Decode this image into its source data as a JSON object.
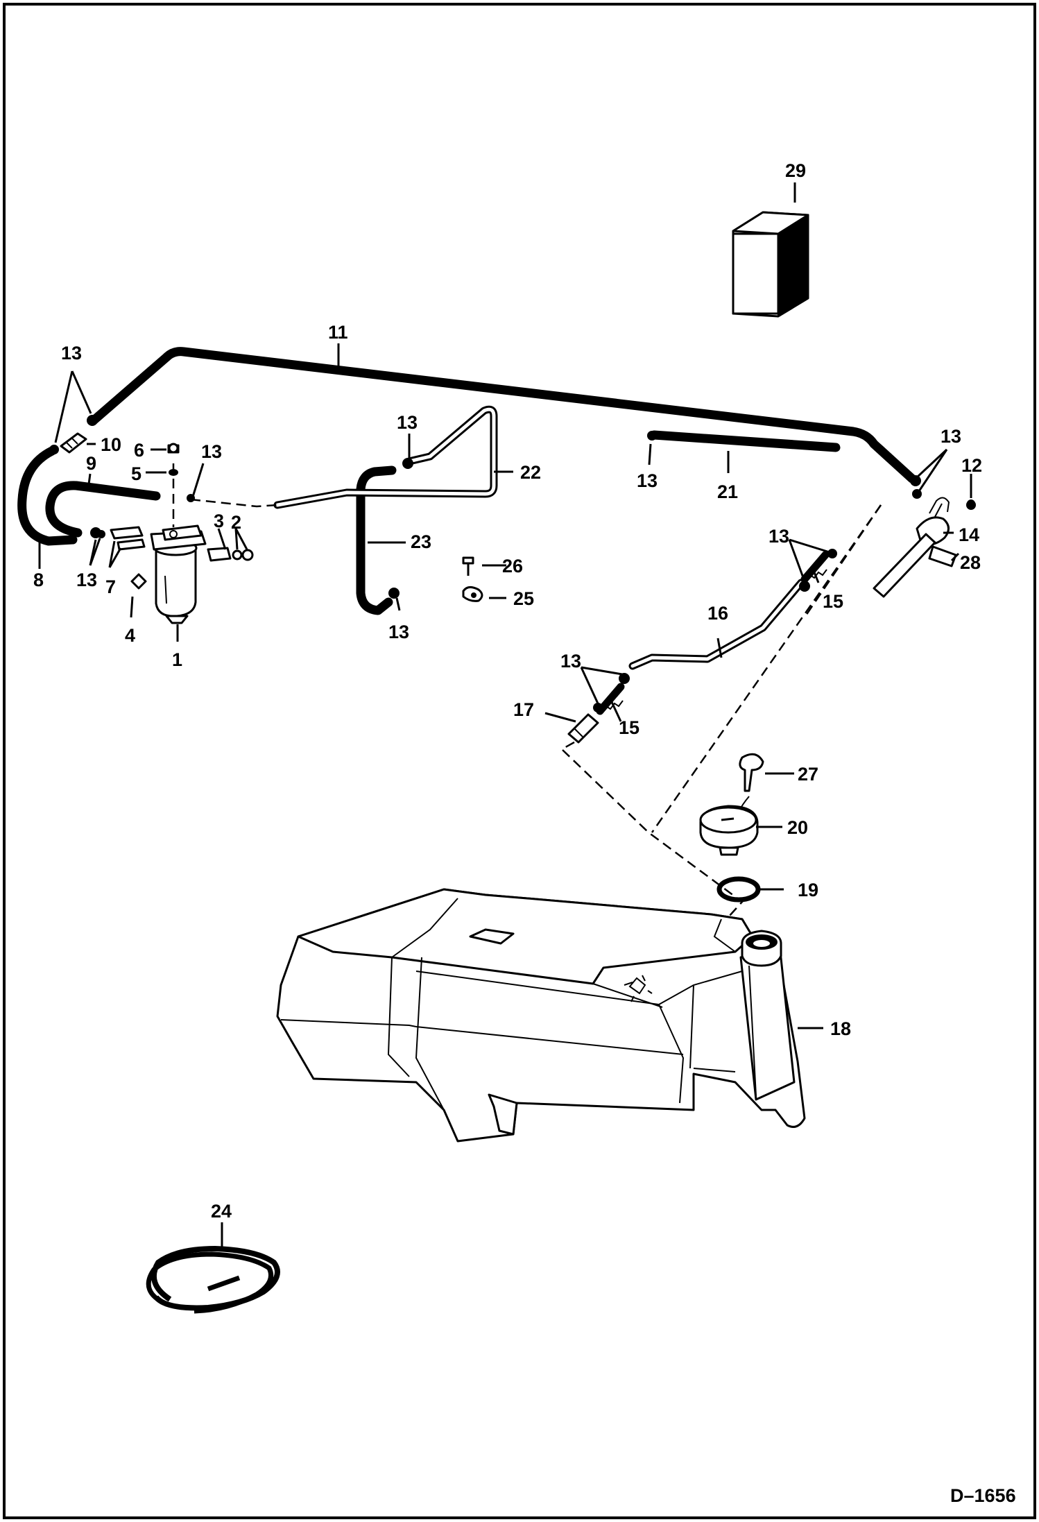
{
  "diagram": {
    "drawing_number": "D–1656",
    "callouts": {
      "c1": "1",
      "c2": "2",
      "c3": "3",
      "c4": "4",
      "c5": "5",
      "c6": "6",
      "c7": "7",
      "c8": "8",
      "c9": "9",
      "c10": "10",
      "c11": "11",
      "c12": "12",
      "c13a": "13",
      "c13b": "13",
      "c13c": "13",
      "c13d": "13",
      "c13e": "13",
      "c13f": "13",
      "c13g": "13",
      "c13h": "13",
      "c13i": "13",
      "c14": "14",
      "c15a": "15",
      "c15b": "15",
      "c16": "16",
      "c17": "17",
      "c18": "18",
      "c19": "19",
      "c20": "20",
      "c21": "21",
      "c22": "22",
      "c23": "23",
      "c24": "24",
      "c25": "25",
      "c26": "26",
      "c27": "27",
      "c28": "28",
      "c29": "29"
    }
  }
}
